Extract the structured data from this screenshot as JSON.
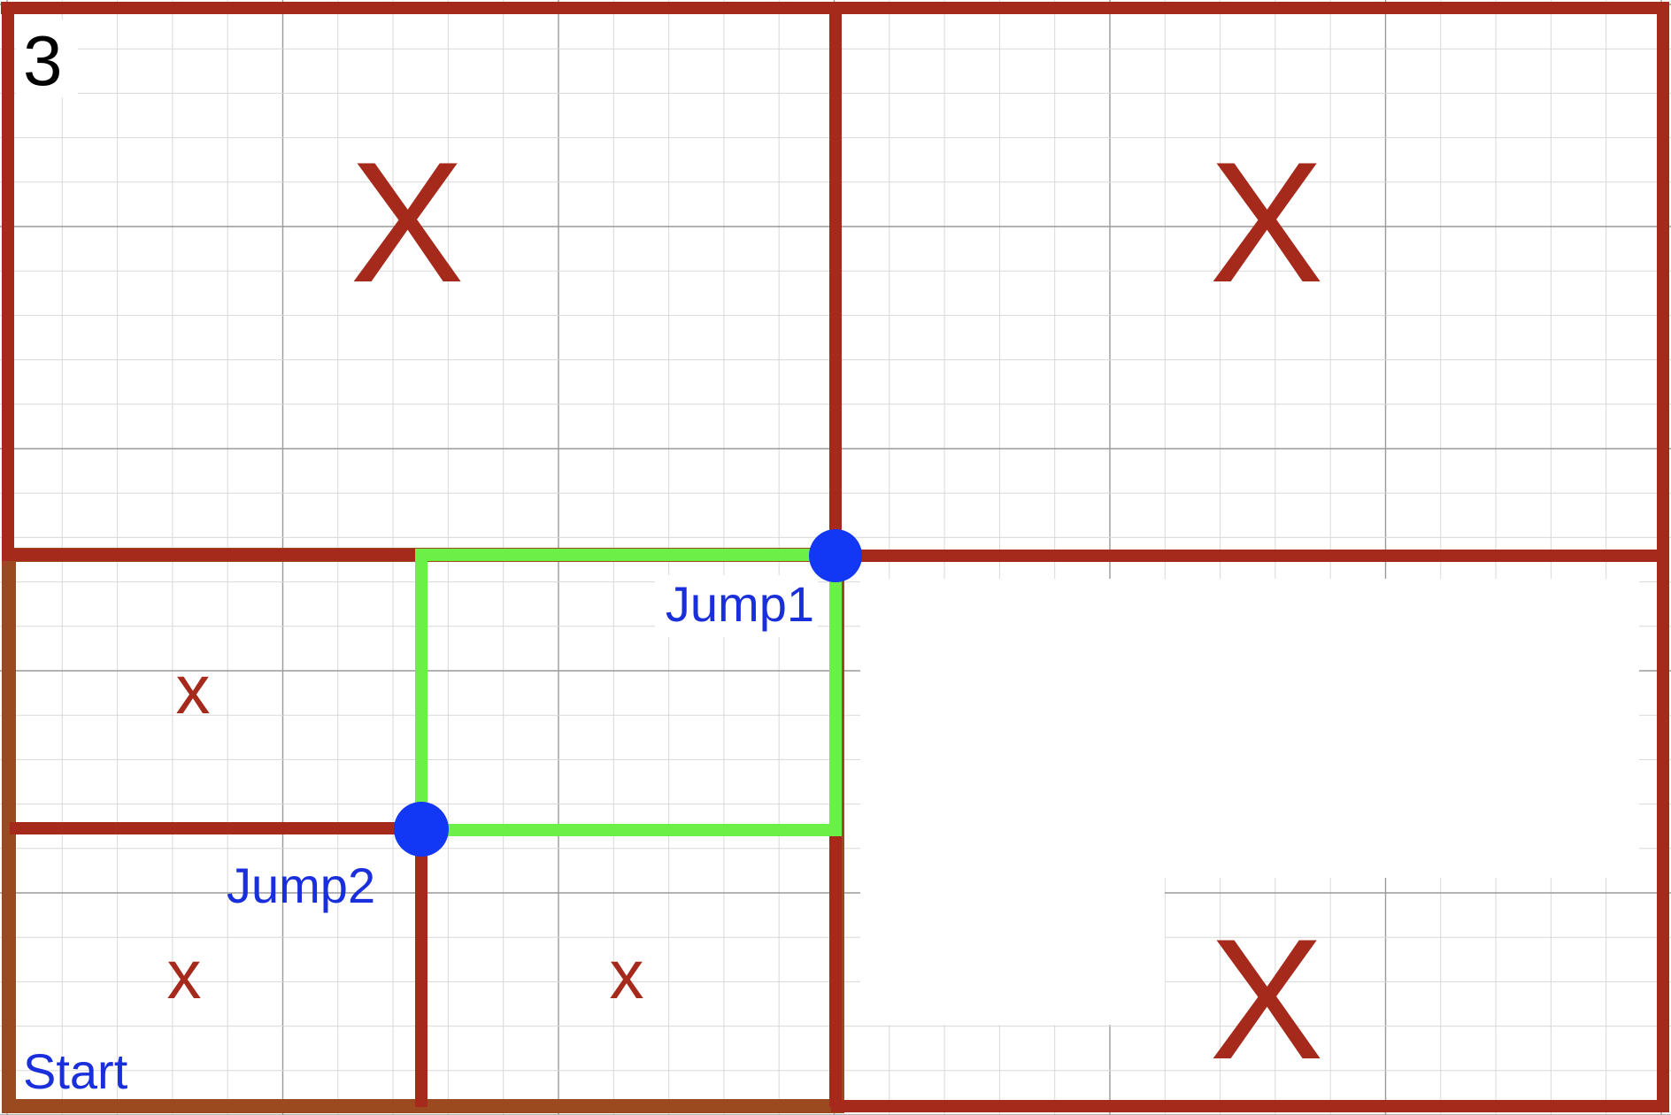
{
  "figure": {
    "number": "3",
    "labels": {
      "start": "Start",
      "jump1": "Jump1",
      "jump2": "Jump2"
    },
    "marks": {
      "large_top_left": "X",
      "large_top_right": "X",
      "large_bottom_right": "X",
      "small_upper_left": "x",
      "small_lower_left": "x",
      "small_lower_middle": "x"
    }
  },
  "colors": {
    "region_border": "#a62a1c",
    "start_region_border": "#9a4a1e",
    "path_box": "#6cf047",
    "jump_point": "#1238f5",
    "label_text": "#1a2fdc",
    "grid_minor": "#d8d8d8",
    "grid_major": "#9a9a9a"
  }
}
